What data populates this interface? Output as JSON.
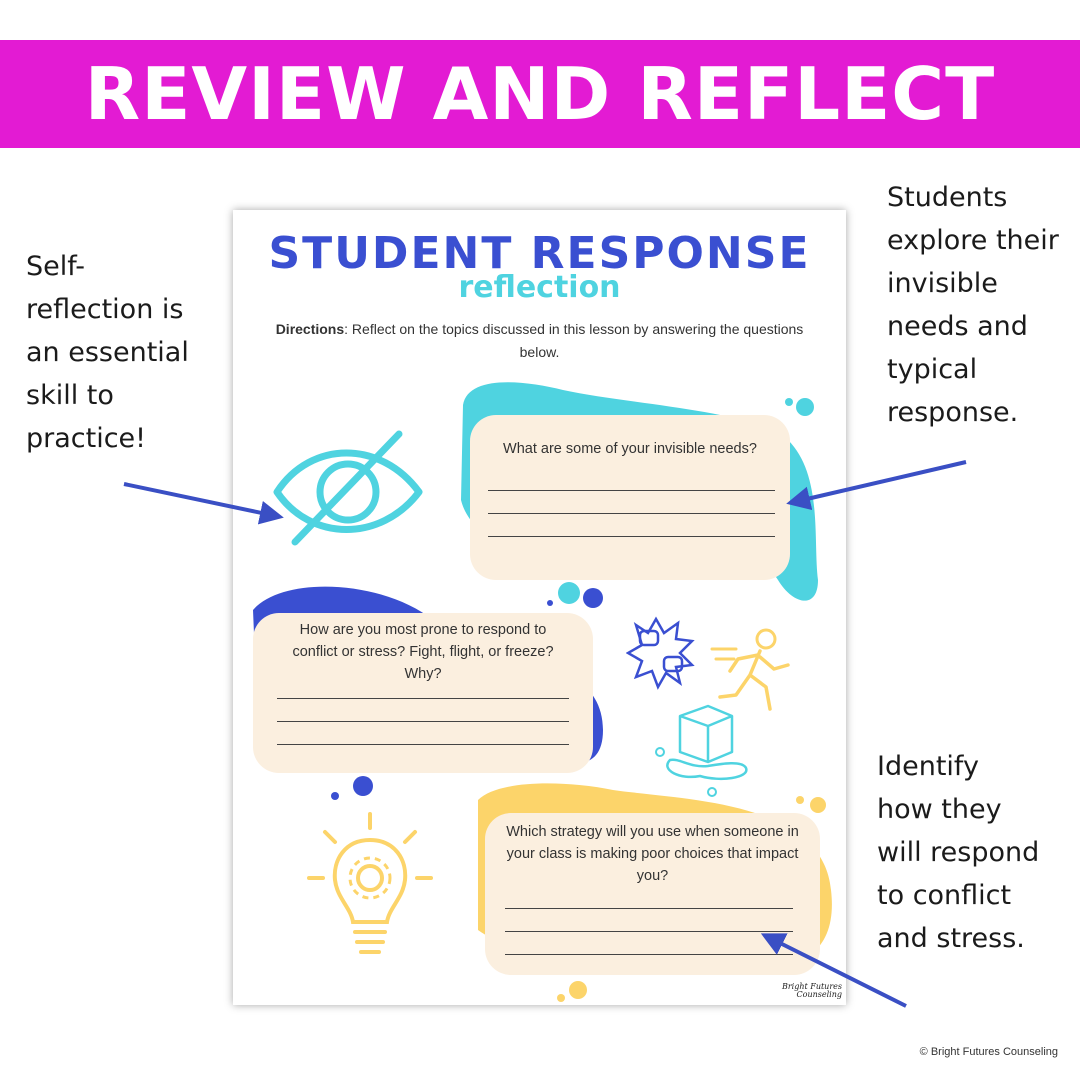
{
  "banner": {
    "title": "REVIEW AND REFLECT"
  },
  "notes": {
    "left": "Self-\nreflection is\nan essential\nskill to\npractice!",
    "right_top": "Students\nexplore their\ninvisible\nneeds and\ntypical\nresponse.",
    "right_bottom": "Identify\nhow they\nwill respond\nto conflict\nand stress."
  },
  "worksheet": {
    "title": "STUDENT RESPONSE",
    "subtitle": "reflection",
    "directions_label": "Directions",
    "directions_text": ": Reflect on the topics discussed in this lesson by answering the questions below.",
    "questions": [
      {
        "text": "What are some of your invisible needs?"
      },
      {
        "text": "How are you most prone to respond to conflict or stress? Fight, flight, or freeze? Why?"
      },
      {
        "text": "Which strategy will you use when someone in your class is making poor choices that impact you?"
      }
    ],
    "brand_line1": "Bright Futures",
    "brand_line2": "Counseling"
  },
  "icons": [
    "eye-slash-icon",
    "fight-fists-icon",
    "running-person-icon",
    "melting-ice-cube-icon",
    "lightbulb-gear-icon",
    "arrow-icon"
  ],
  "colors": {
    "banner": "#e31bd3",
    "title_blue": "#3a4fd1",
    "cyan": "#4fd3e0",
    "yellow": "#fcd46a",
    "cream": "#fbefdf",
    "arrow": "#3a4fc4"
  },
  "copyright": "© Bright Futures Counseling"
}
